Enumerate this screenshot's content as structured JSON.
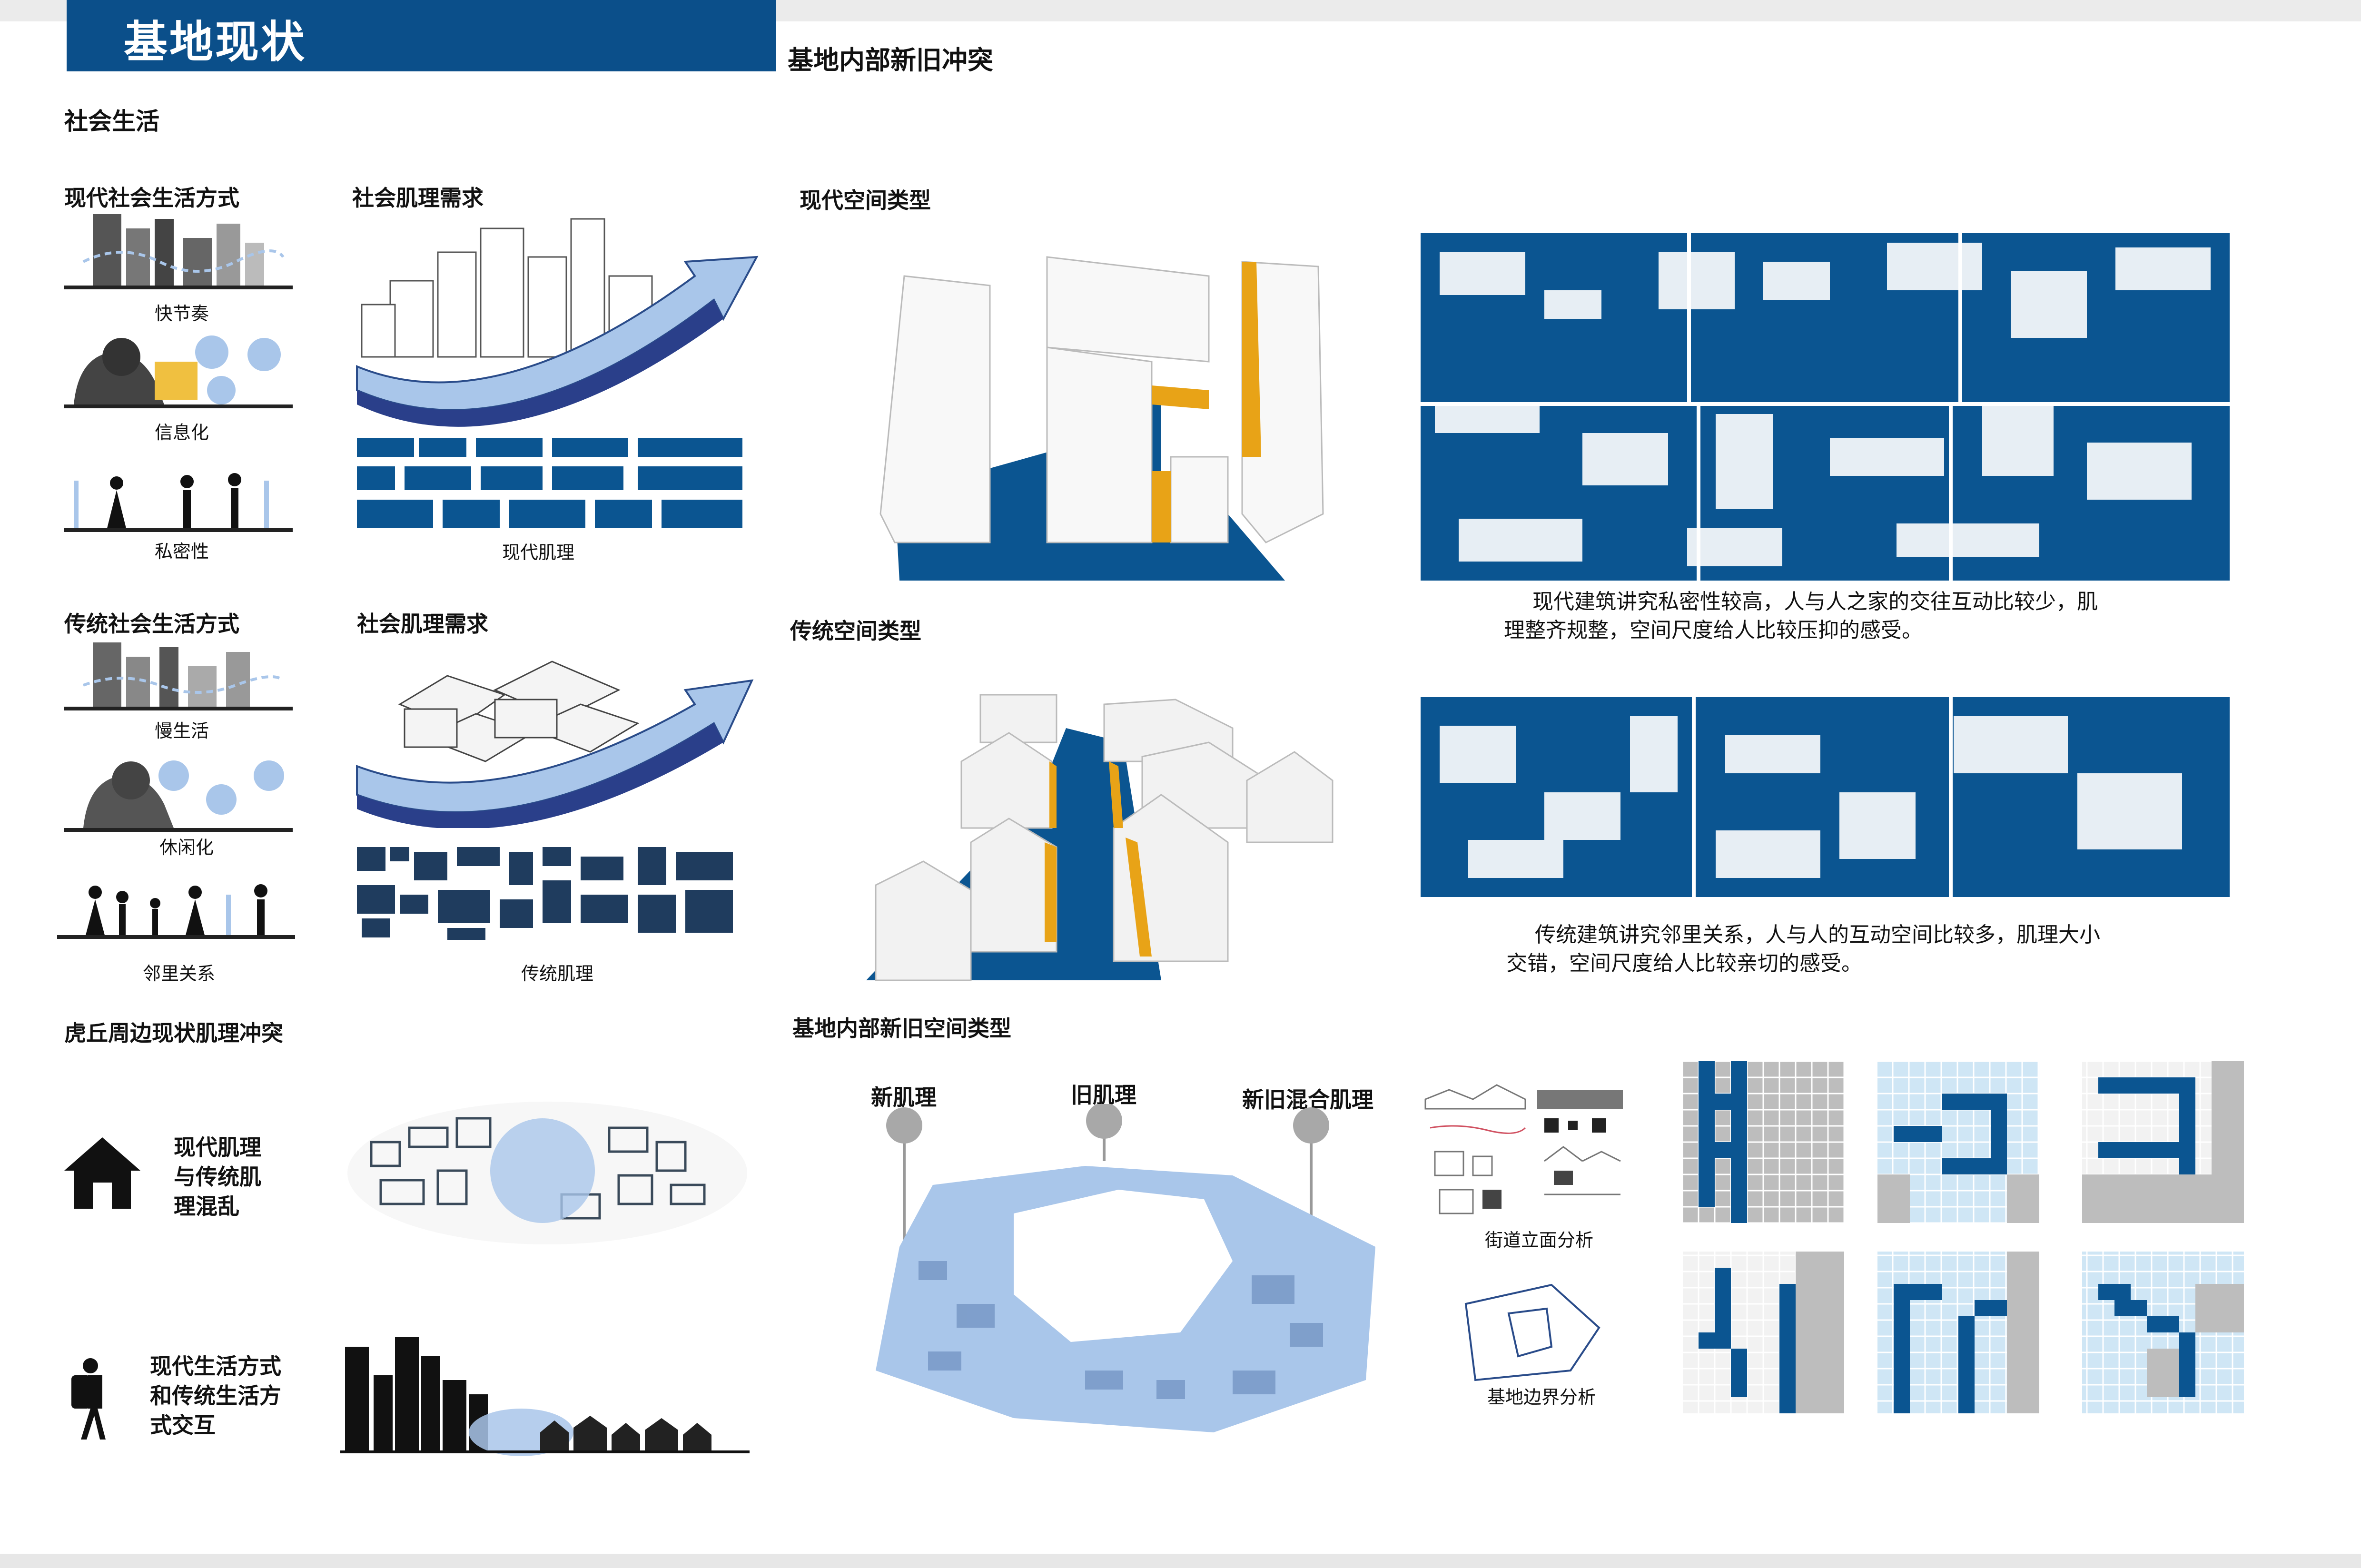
{
  "page": {
    "title": "基地现状",
    "section_right": "基地内部新旧冲突",
    "colors": {
      "brand_blue": "#0b4f8a",
      "accent_orange": "#e8a317",
      "light_blue": "#a9c6ea",
      "grey": "#b7b7b7"
    }
  },
  "social": {
    "heading": "社会生活",
    "modern_lifestyle": {
      "heading": "现代社会生活方式",
      "items": [
        "快节奏",
        "信息化",
        "私密性"
      ]
    },
    "modern_demand": {
      "heading": "社会肌理需求",
      "caption": "现代肌理"
    },
    "traditional_lifestyle": {
      "heading": "传统社会生活方式",
      "items": [
        "慢生活",
        "休闲化",
        "邻里关系"
      ]
    },
    "traditional_demand": {
      "heading": "社会肌理需求",
      "caption": "传统肌理"
    }
  },
  "huqiu": {
    "heading": "虎丘周边现状肌理冲突",
    "item1": [
      "现代肌理",
      "与传统肌",
      "理混乱"
    ],
    "item2": [
      "现代生活方式",
      "和传统生活方",
      "式交互"
    ]
  },
  "spaces": {
    "modern_heading": "现代空间类型",
    "traditional_heading": "传统空间类型",
    "modern_text": [
      "现代建筑讲究私密性较高，人与人之家的交往互动比较少，肌",
      "理整齐规整，空间尺度给人比较压抑的感受。"
    ],
    "traditional_text": [
      "传统建筑讲究邻里关系，人与人的互动空间比较多，肌理大小",
      "交错，空间尺度给人比较亲切的感受。"
    ]
  },
  "mixed": {
    "heading": "基地内部新旧空间类型",
    "labels": [
      "新肌理",
      "旧肌理",
      "新旧混合肌理"
    ],
    "street_caption": "街道立面分析",
    "boundary_caption": "基地边界分析"
  }
}
